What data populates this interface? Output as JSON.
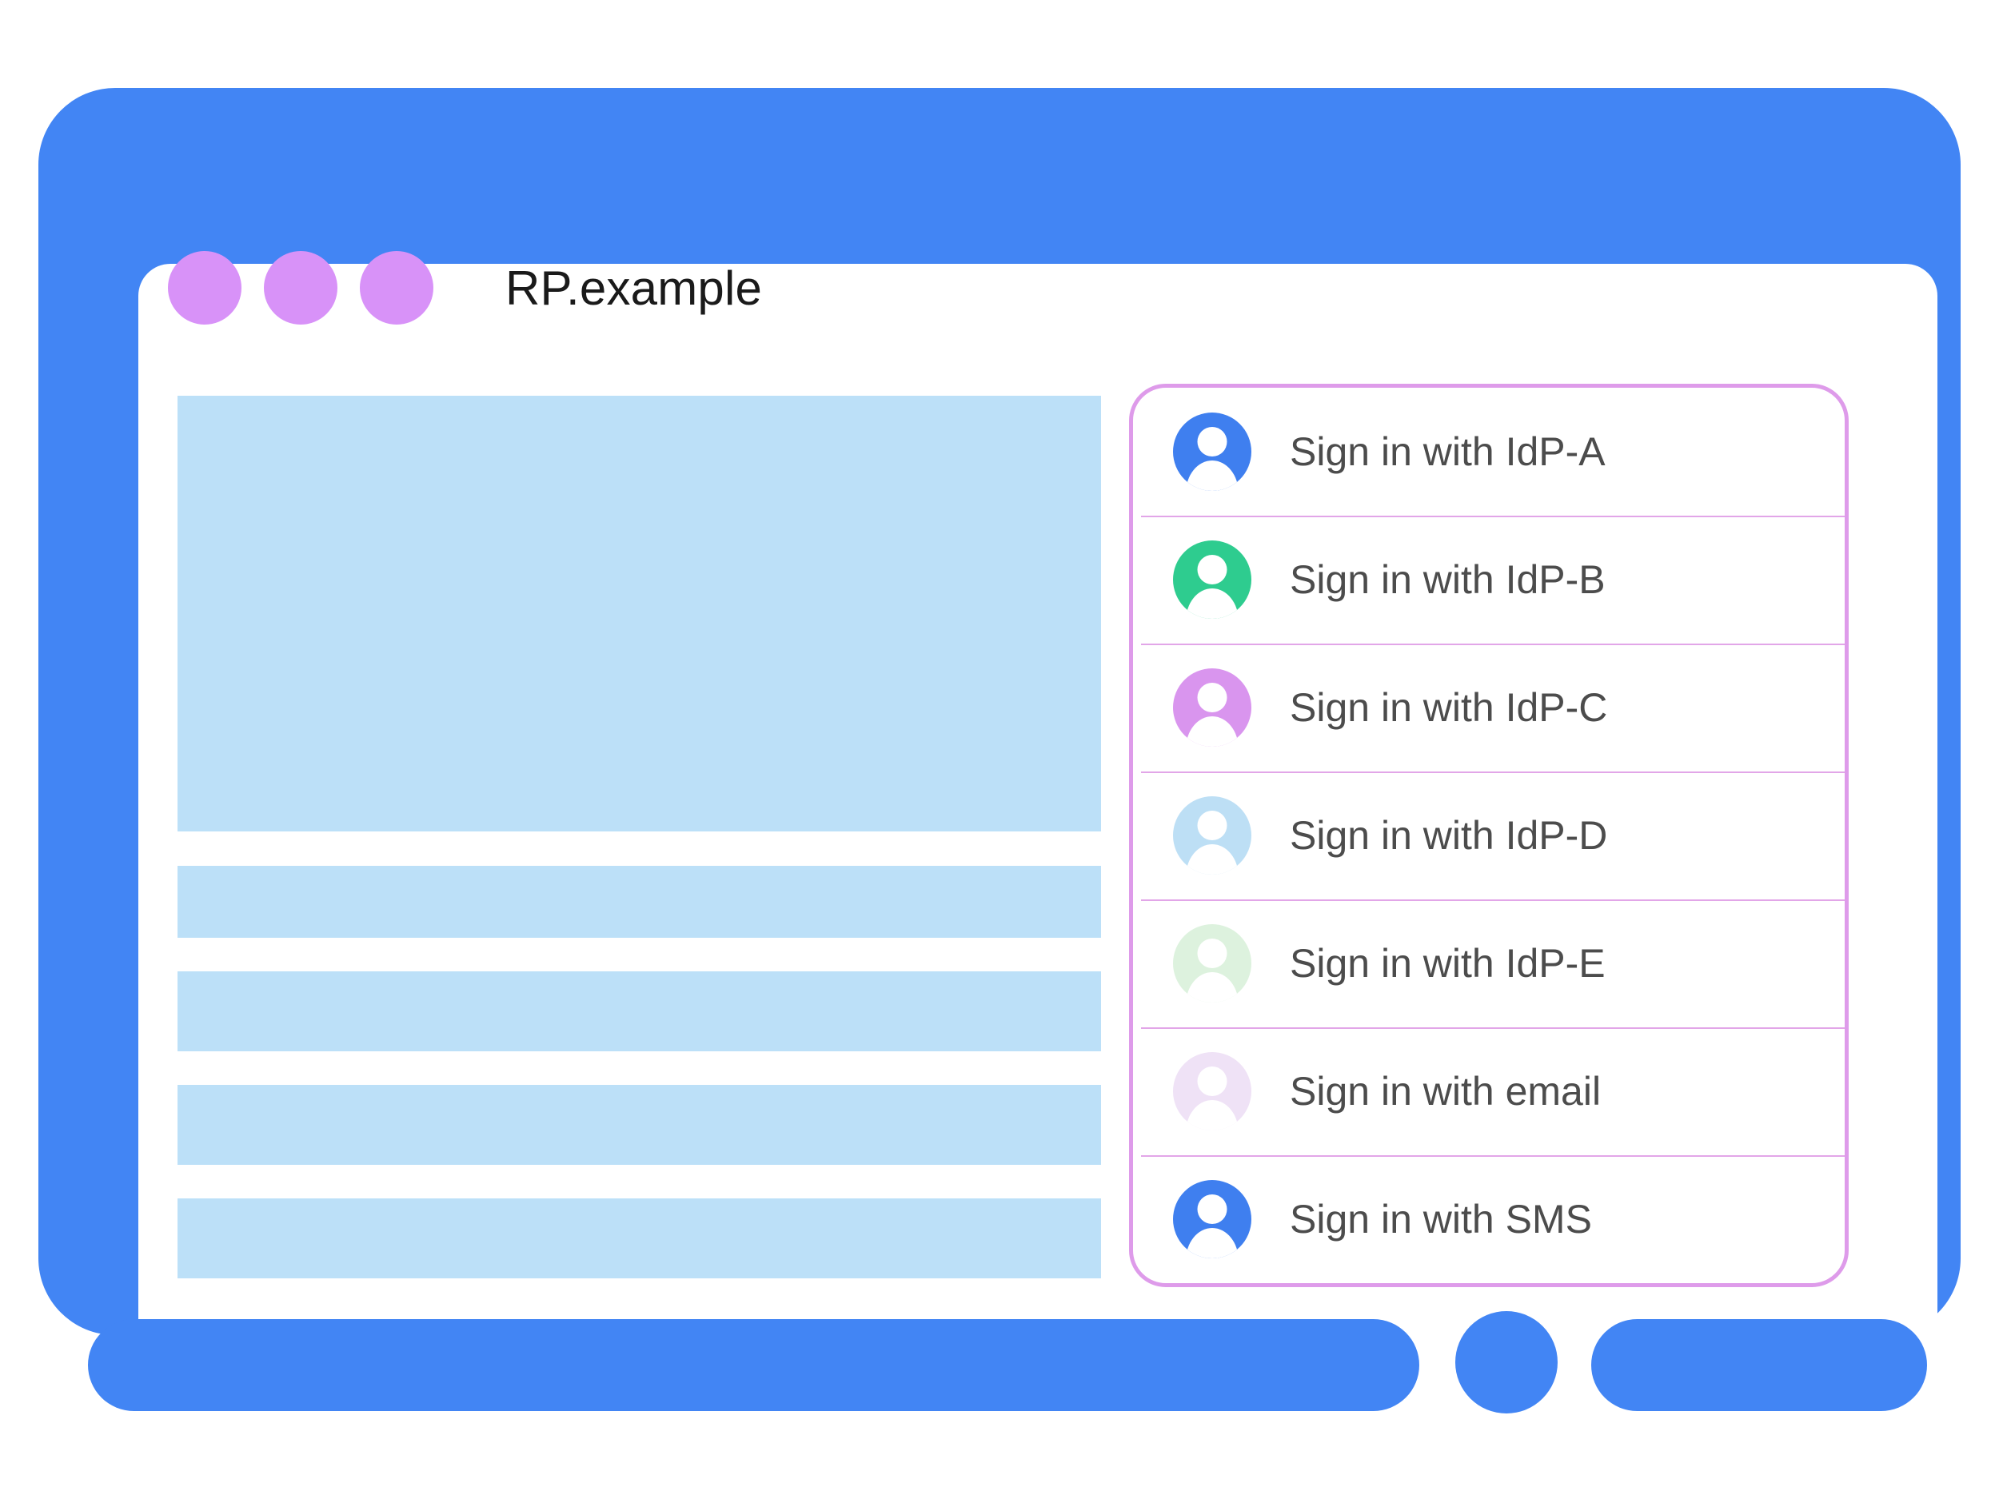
{
  "colors": {
    "frame_blue": "#4285F4",
    "header_dot_purple": "#D892F8",
    "placeholder_blue": "#BCE0F8",
    "panel_border_pink": "#DE9BEA",
    "divider_pink": "#E2A6E8",
    "label_gray": "#4C4C4C"
  },
  "browser": {
    "title": "RP.example",
    "dots": [
      "dot-1",
      "dot-2",
      "dot-3"
    ]
  },
  "page_content": {
    "placeholders": [
      {
        "name": "hero-block"
      },
      {
        "name": "text-bar-1"
      },
      {
        "name": "text-bar-2"
      },
      {
        "name": "text-bar-3"
      },
      {
        "name": "text-bar-4"
      }
    ]
  },
  "signin_panel": {
    "items": [
      {
        "label": "Sign in with IdP-A",
        "icon": "person-avatar-icon",
        "avatar_color": "#3F7FEF"
      },
      {
        "label": "Sign in with IdP-B",
        "icon": "person-avatar-icon",
        "avatar_color": "#2ECC8F"
      },
      {
        "label": "Sign in with IdP-C",
        "icon": "person-avatar-icon",
        "avatar_color": "#D995EE"
      },
      {
        "label": "Sign in with IdP-D",
        "icon": "person-avatar-icon",
        "avatar_color": "#BDDFF5"
      },
      {
        "label": "Sign in with IdP-E",
        "icon": "person-avatar-icon",
        "avatar_color": "#DDF2DE"
      },
      {
        "label": "Sign in with email",
        "icon": "person-avatar-icon",
        "avatar_color": "#EFE2F6"
      },
      {
        "label": "Sign in with SMS",
        "icon": "person-avatar-icon",
        "avatar_color": "#3F7FEF"
      }
    ]
  }
}
